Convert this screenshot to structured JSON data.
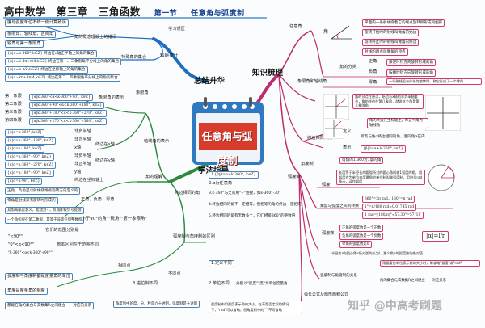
{
  "header": {
    "subject": "高中数学",
    "chapter": "第三章",
    "chapter_title": "三角函数",
    "section": "第一节",
    "section_title": "任意角与弧度制"
  },
  "center": {
    "title": "任意角与弧度制"
  },
  "branches": {
    "summary": "总结升华",
    "knowledge": "知识梳理",
    "method": "学法指导"
  },
  "summary": {
    "misconceptions": "学习误区",
    "mis_items": [
      "度与弧度单位不统一使计算致误",
      "角的概念理解上的错误",
      "象限角、轴线角、区间角",
      "锐角与第一象限角"
    ],
    "special": "特殊角的集合",
    "special_label": "知能提升",
    "special_items": [
      "{α|α=k·360°,k∈Z} 终边在x轴正半轴上的角的集合",
      "{α|α=k·4π+π/4,k∈Z} 终边在第一、三象限角平分线上的角的集合",
      "{α|α=k·π/2,k∈Z} 终边在坐标轴上的角的集合",
      "{α|α=kπ+3π/4,k∈Z} 终边在第二、四象限角平分线上的角的集合"
    ]
  },
  "method": {
    "quadrant": "象限角",
    "quadrant_rep": "象限角的表示",
    "quadrant_items": [
      {
        "q": "第一象限",
        "f": "{α|k·360°<α<k·360°+90°, k∈Z}"
      },
      {
        "q": "第二象限",
        "f": "{α|k·360°+90°<α<k·360°+180°, k∈Z}"
      },
      {
        "q": "第三象限",
        "f": "{α|k·360°+180°<α<k·360°+270°, k∈Z}"
      },
      {
        "q": "第四象限",
        "f": "{α|k·360°+270°<α<k·360°+360°, k∈Z}"
      }
    ],
    "axis": "轴线角的表示",
    "axis_items": [
      {
        "f": "{α|α=k·360°, k∈Z}",
        "d": "非负半轴"
      },
      {
        "f": "{α|α=k·360°+180°, k∈Z}",
        "d": "非正半轴"
      },
      {
        "f": "{α|α=k·180°, k∈Z}",
        "d": "x轴"
      },
      {
        "f": "{α|α=k·360°+90°, k∈Z}",
        "d": "非负半轴"
      },
      {
        "f": "{α|α=k·360°+270°, k∈Z}",
        "d": "非正半轴"
      },
      {
        "f": "{α|α=k·180°+90°, k∈Z}",
        "d": "y轴"
      },
      {
        "f": "{α|α=k·90°, k∈Z}",
        "d": "终边在坐标轴上"
      }
    ],
    "on_x": "终边在x轴",
    "on_y": "终边在y轴",
    "understanding": "角的理解",
    "und_items": [
      "正角、负角、零角",
      "正角、负角是以射线绕端点旋转方向定义的",
      "零角是射线没有旋转时形成的",
      "其加减都是意义，能动为+，负角即按负号处理",
      "一个角如果在第二象限，其等于该等任何整数加",
      "\"小于90°的角\"\"锐角\"\"第一象限角\"",
      "小于90°的角",
      "锐角",
      "第一象限角",
      "根本区别在于范围不同",
      "它们的范围分别是"
    ],
    "ranges": [
      "\"<90°\"",
      "\"0°<α<90°\"",
      "\"k·360°<α<k·360°+90°\""
    ],
    "coterminal": "终边相同的角",
    "cot_items": [
      "1.{β|β=α+k·360°, k∈Z}",
      "2.α为任意角",
      "3.k·360°与之间用\"+\"连接，如k·360°-30°",
      "4.终边相同的角不一定相等，但相等的角的终边一定相同",
      "5.终边相同的角有无数多个，它们相差360°的整数倍"
    ],
    "radian_vs_degree": "弧度制与角度制的区别",
    "diff_label": "相同点",
    "diff_items": [
      "1.定义不同",
      "2.单位不同",
      "3.进位制不同"
    ],
    "diff_notes": [
      "分别以\"弧度\"\"度\"为单位度量角",
      "不同点"
    ],
    "bottom_notes": [
      "角度制中的度、分、秒是六十进制，弧度制是十进制",
      "弧度制中用弧度表示角的大小，在不是否定误的情况下，\"rad\"可以省略，但角度制中的\"°\"不可省略"
    ],
    "left_bottom": [
      "弧度制与角度制都是度量角的单位",
      "都能在角的集合与实数集R之间建立一一对应的关系"
    ],
    "same_scale": "角度是度量角的制度"
  },
  "knowledge": {
    "arbitrary_angle": "任意角",
    "angle": "角",
    "angle_items": [
      "平面内一条射线绕着它的端点旋转所形成的图形",
      "旋转开始时的射线叫做角的始边",
      "旋转终止时的射线叫做角的终边",
      "射线的端点叫做角的顶点"
    ],
    "classification": "角的分类",
    "class_items": [
      {
        "n": "正角",
        "d": "按逆时针方向旋转形成的角"
      },
      {
        "n": "负角",
        "d": "按顺时针方向旋转形成的角"
      },
      {
        "n": "零角",
        "d": "一条射线没有作任何旋转时，称它形成了一个零角"
      }
    ],
    "quad_axis": "象限角和轴线角",
    "quad_def": "角的顶点在原点，始边与x轴的非负半轴重合，角的终边在第几象限，就说这个角是第几象限角",
    "axis_def": "角的终边在坐标轴上，称这个角为轴线角",
    "coterminal": "终边相同的角",
    "def": "定义",
    "rep": "表示",
    "def_text": "所有与角α终边相同的角，连同角α在内",
    "rep_text": "{β|β=α+k·360°,k∈Z}",
    "degree": "角度制",
    "degree_text": "周角的1/360为1度的角",
    "radian_system": "弧度制",
    "radian_def": "弧度",
    "radian_text": "长度等于半径长的圆弧所对的圆心角叫做1弧度的角，用弧度作为单位来度量角的单位制叫做弧度制。用符号rad表示，读作弧度",
    "convert": "角度与弧度之间的转换",
    "convert_f1": "360°=2π rad，180°=π rad",
    "convert_f2": "1°=π/180 rad≈0.01745 rad",
    "convert_f3": "1 rad=(180/π)°≈57.30°=57°18′",
    "radian_number": "弧度数",
    "rn_items": [
      "正角的弧度数是一个正数",
      "负角的弧度数是一个负数",
      "零角的弧度数是0"
    ],
    "abs_formula": "|α|=l/r",
    "abs_note": "半径为r的圆心角α所对弧的长为l，那么角α的弧度数的绝对值",
    "relation": "弧度制与角度制的关系",
    "rel_items": [
      "用弧度为单位表示角的大小时，常省略\"弧度\"或\"rad\"",
      "角的集合与实数集R之间建立一一对应关系"
    ],
    "arc_formula": "弧长公式及扇形面积公式"
  },
  "watermark": "知乎 @中高考刷题"
}
